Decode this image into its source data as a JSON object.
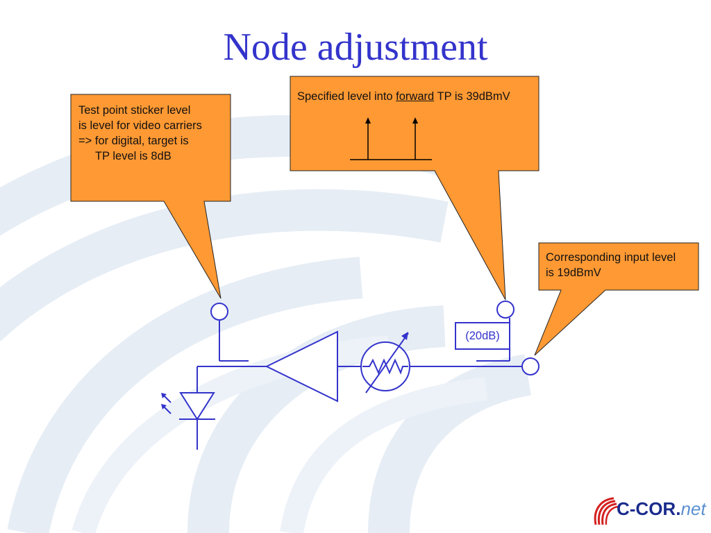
{
  "slide": {
    "title": "Node adjustment"
  },
  "callouts": {
    "test_point": {
      "line1": "Test point sticker level",
      "line2": "is level for video carriers",
      "line3": "=> for digital, target is",
      "line4": "TP level is 8dB"
    },
    "forward_tp": {
      "text_before": "Specified level into ",
      "underlined": "forward",
      "text_after": " TP is 39dBmV"
    },
    "input_level": {
      "line1": "Corresponding input level",
      "line2": "is 19dBmV"
    }
  },
  "diagram": {
    "attenuator_label": "(20dB)"
  },
  "logo": {
    "main": "C-COR",
    "dot": ".",
    "suffix": "net"
  },
  "colors": {
    "title": "#3333cc",
    "callout_fill": "#ff9933",
    "line": "#3333cc",
    "background_swoosh": "#e3ebf3"
  }
}
